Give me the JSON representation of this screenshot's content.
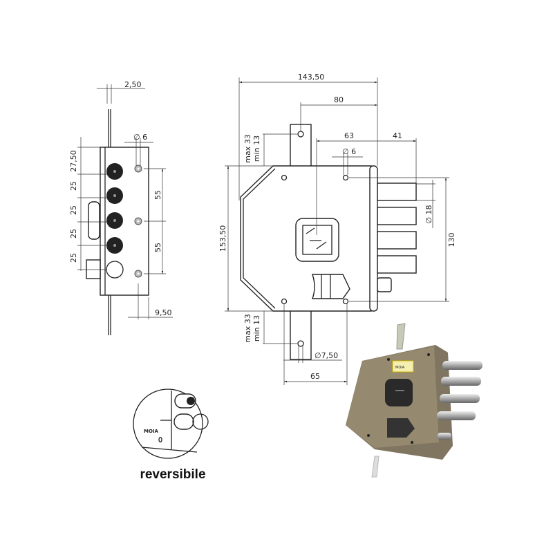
{
  "side_view": {
    "dims": {
      "faceplate_thickness": "2,50",
      "screw_hole": "∅ 6",
      "top_offset": "27,50",
      "bolt_pitch_1": "25",
      "bolt_pitch_2": "25",
      "bolt_pitch_3": "25",
      "bolt_pitch_4": "25",
      "screw_pitch_1": "55",
      "screw_pitch_2": "55",
      "screw_offset": "9,50"
    }
  },
  "front_view": {
    "dims": {
      "overall_width": "143,50",
      "backset": "80",
      "screw_distance": "63",
      "bolt_throw": "41",
      "screw_hole": "∅ 6",
      "overall_height": "153,50",
      "bolt_diameter": "∅ 18",
      "bolt_span": "130",
      "tongue_top_max": "max 33",
      "tongue_top_min": "min 13",
      "tongue_bottom_max": "max 33",
      "tongue_bottom_min": "min 13",
      "tongue_hole": "∅7,50",
      "tongue_spacing": "65"
    }
  },
  "reversible": {
    "label": "reversibile",
    "brand_mark": "MOIA"
  },
  "photo": {
    "brand_label": "MOIA",
    "colors": {
      "body": "#8f836a",
      "bolts": "#c8c8c8",
      "cylinder": "#2a2a2a"
    }
  }
}
